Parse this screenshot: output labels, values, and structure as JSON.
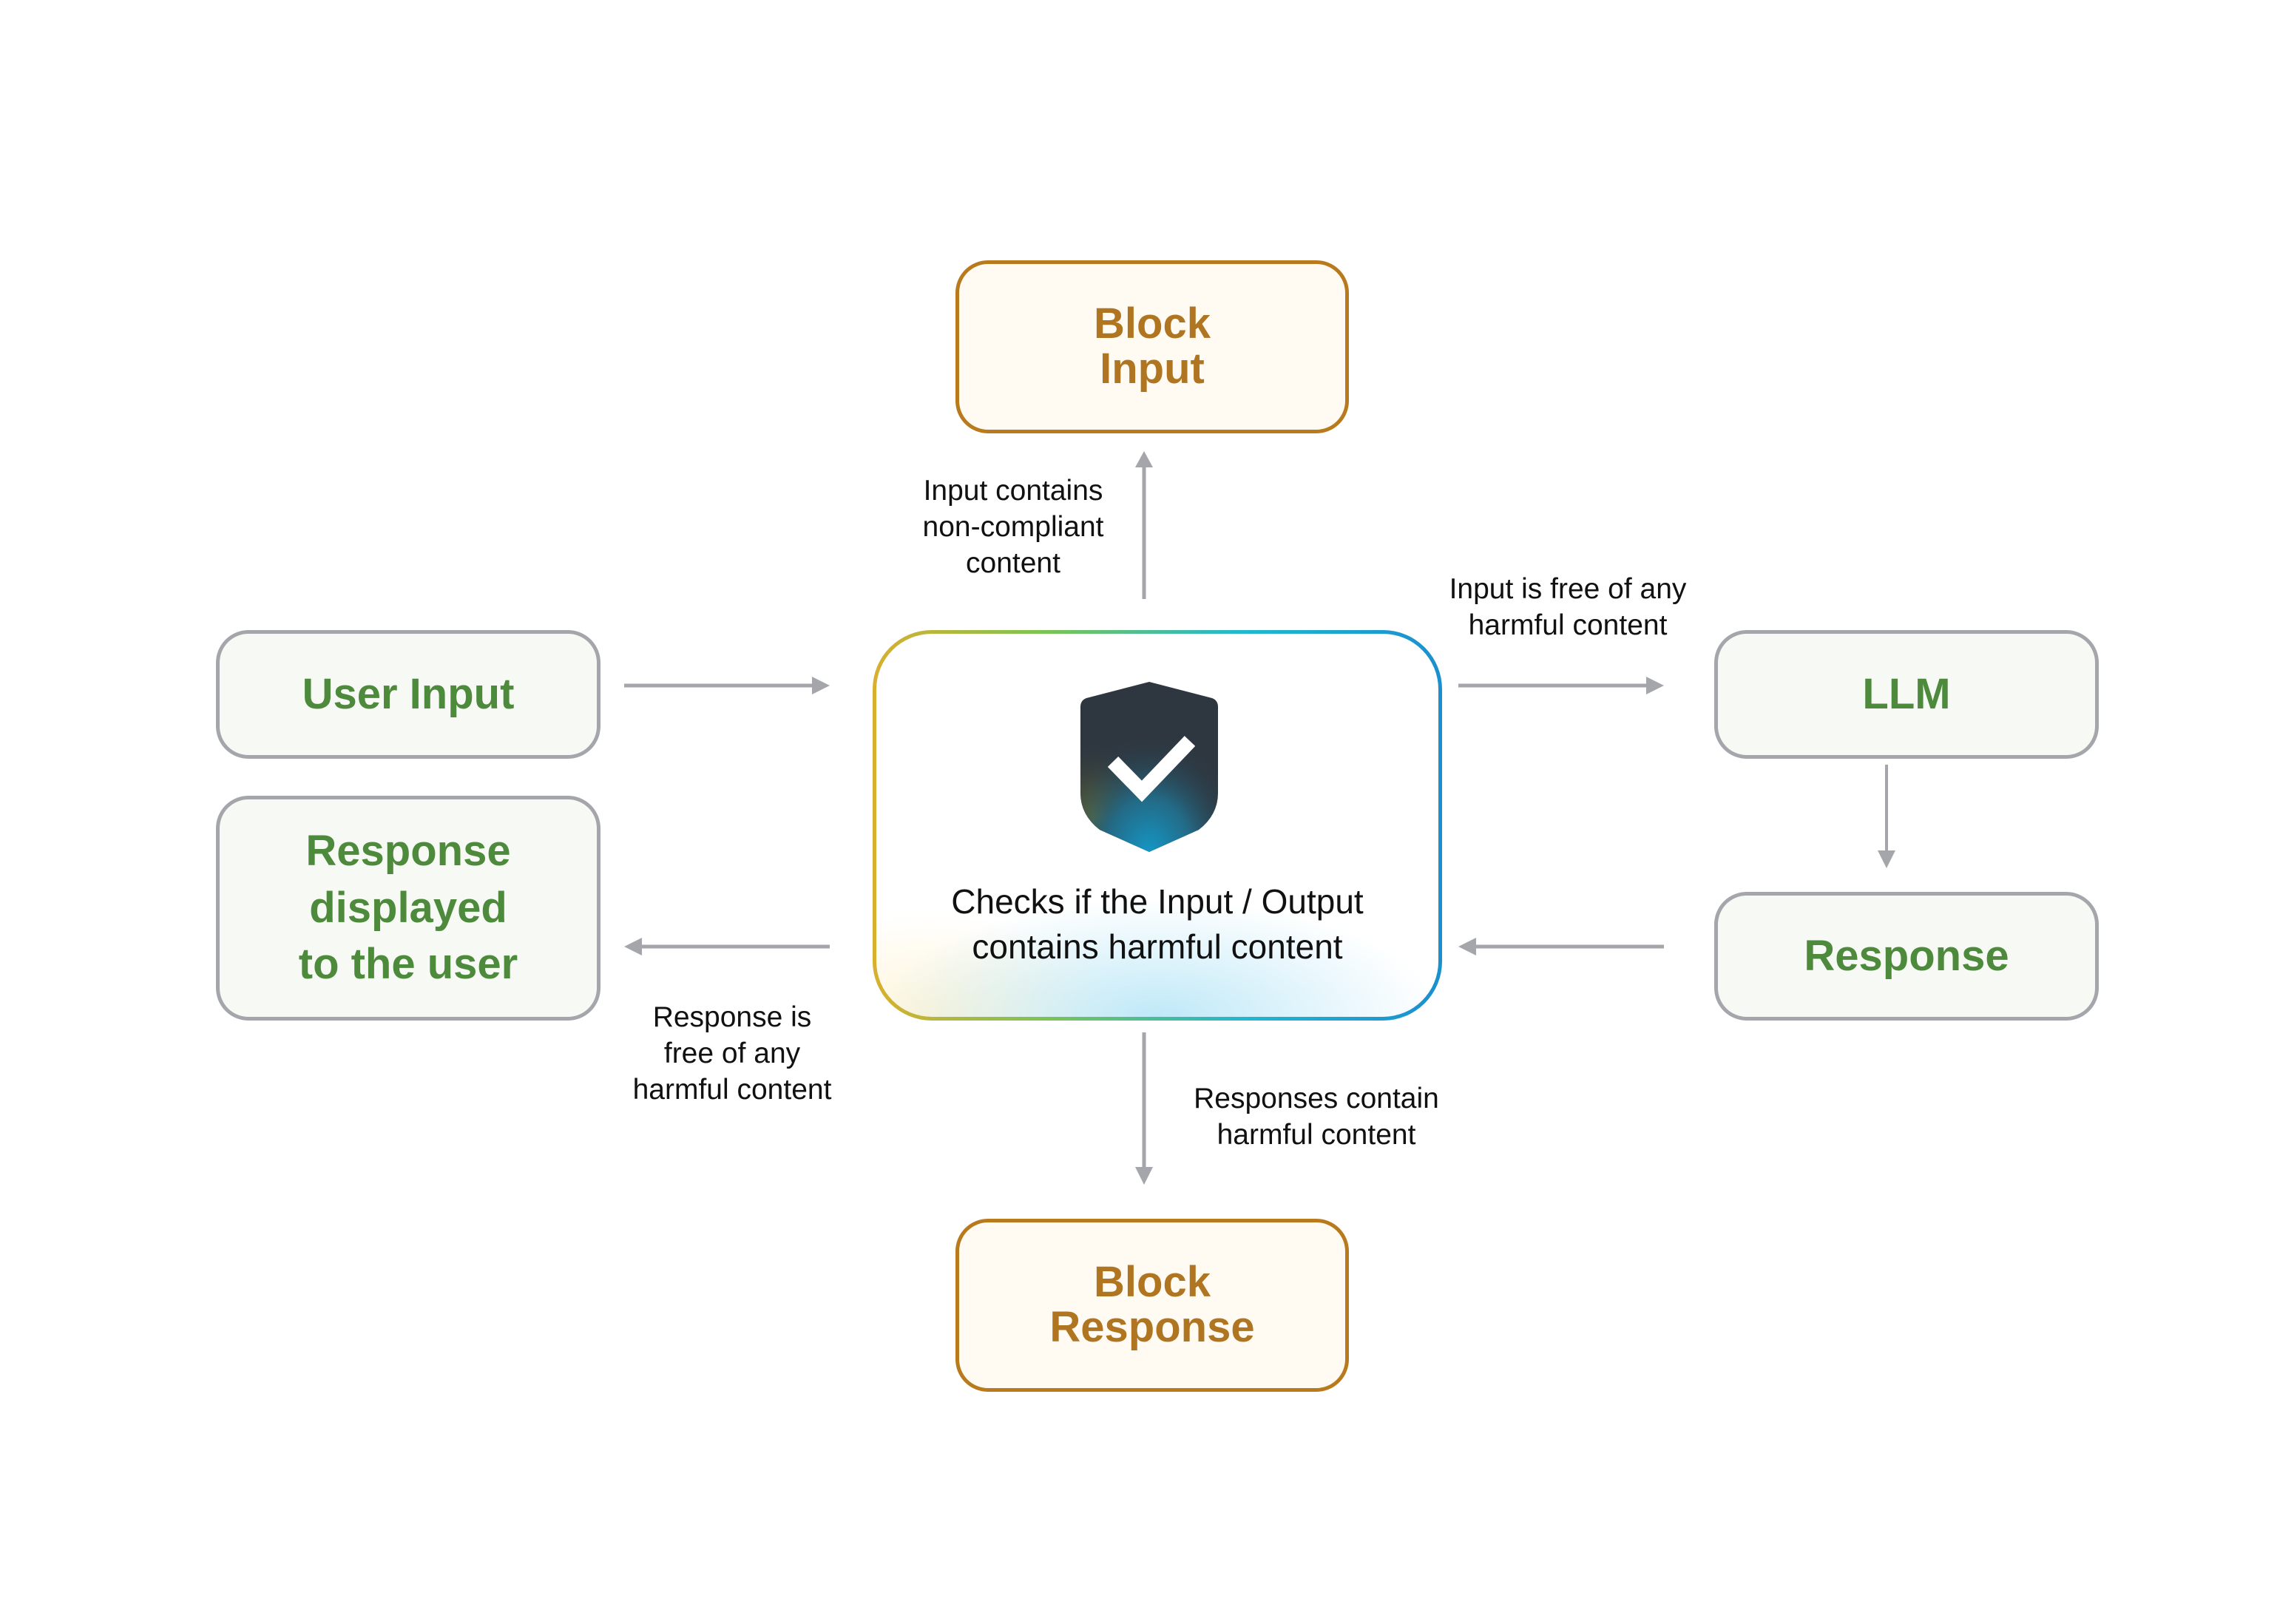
{
  "diagram": {
    "colors": {
      "green_text": "#4d8a3c",
      "green_fill": "#f7f9f4",
      "gray_border": "#a5a6ab",
      "block_text": "#b07520",
      "block_border": "#b87a1c",
      "block_fill": "#fffbf3",
      "arrow": "#a5a6ab",
      "shield": "#2e3740"
    },
    "nodes": {
      "user_input": "User Input",
      "response_displayed": [
        "Response",
        "displayed",
        "to the user"
      ],
      "guardrail": {
        "icon": "shield-check-icon",
        "text": [
          "Checks if the Input / Output",
          "contains harmful content"
        ]
      },
      "llm": "LLM",
      "response": "Response",
      "block_input": [
        "Block",
        "Input"
      ],
      "block_response": [
        "Block",
        "Response"
      ]
    },
    "edge_labels": {
      "to_block_input": [
        "Input contains",
        "non-compliant",
        "content"
      ],
      "to_llm": [
        "Input is free of any",
        "harmful content"
      ],
      "to_user": [
        "Response is",
        "free of any",
        "harmful content"
      ],
      "to_block_response": [
        "Responses contain",
        "harmful content"
      ]
    },
    "edges": [
      {
        "from": "User Input",
        "to": "Guardrail check"
      },
      {
        "from": "Guardrail check",
        "to": "Block Input"
      },
      {
        "from": "Guardrail check",
        "to": "LLM"
      },
      {
        "from": "LLM",
        "to": "Response"
      },
      {
        "from": "Response",
        "to": "Guardrail check"
      },
      {
        "from": "Guardrail check",
        "to": "Response displayed to the user"
      },
      {
        "from": "Guardrail check",
        "to": "Block Response"
      }
    ]
  }
}
